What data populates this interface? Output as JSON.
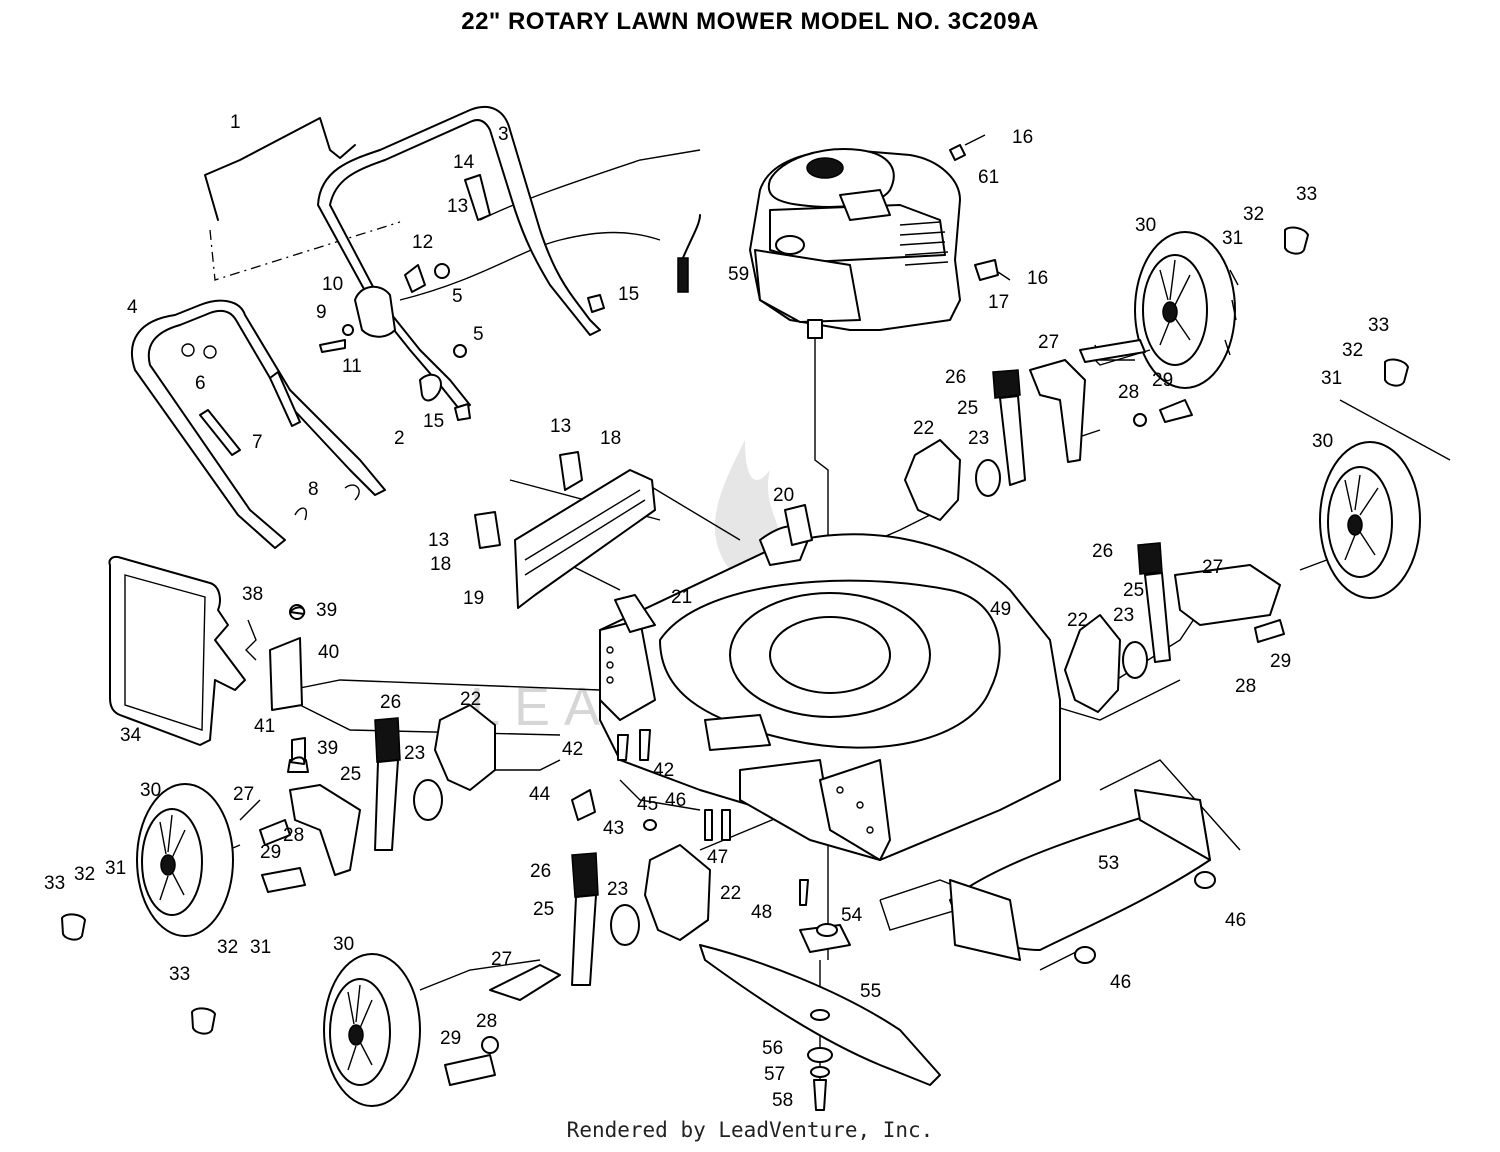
{
  "title": "22\" ROTARY LAWN MOWER MODEL NO.  3C209A",
  "footer": "Rendered by LeadVenture, Inc.",
  "watermark": "LEADVENTURE",
  "callouts": [
    "1",
    "3",
    "14",
    "13",
    "12",
    "5",
    "10",
    "9",
    "11",
    "15",
    "5",
    "2",
    "15",
    "4",
    "6",
    "7",
    "8",
    "16",
    "61",
    "59",
    "17",
    "16",
    "30",
    "31",
    "32",
    "33",
    "33",
    "32",
    "31",
    "27",
    "26",
    "25",
    "28",
    "29",
    "22",
    "23",
    "13",
    "18",
    "13",
    "18",
    "19",
    "20",
    "21",
    "49",
    "30",
    "26",
    "25",
    "27",
    "23",
    "22",
    "29",
    "28",
    "38",
    "39",
    "40",
    "34",
    "41",
    "39",
    "26",
    "22",
    "42",
    "42",
    "25",
    "23",
    "44",
    "43",
    "45",
    "46",
    "47",
    "30",
    "27",
    "28",
    "29",
    "33",
    "32",
    "31",
    "26",
    "25",
    "23",
    "22",
    "48",
    "54",
    "53",
    "46",
    "46",
    "32",
    "31",
    "30",
    "33",
    "27",
    "28",
    "29",
    "55",
    "56",
    "57",
    "58"
  ]
}
